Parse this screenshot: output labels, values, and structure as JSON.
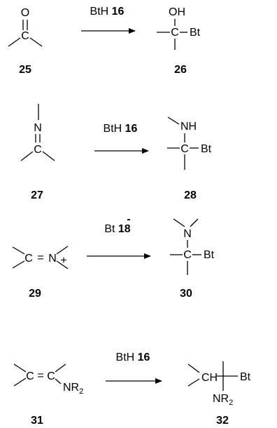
{
  "reactions": [
    {
      "reagent_text": "BtH ",
      "reagent_number": "16",
      "reactant": {
        "carbonyl_o": "O",
        "carbon": "C",
        "number": "25"
      },
      "product": {
        "oh": "OH",
        "carbon": "C",
        "bt": "Bt",
        "number": "26"
      }
    },
    {
      "reagent_text": "BtH ",
      "reagent_number": "16",
      "reactant": {
        "nitrogen": "N",
        "carbon": "C",
        "number": "27"
      },
      "product": {
        "nh": "NH",
        "carbon": "C",
        "bt": "Bt",
        "number": "28"
      }
    },
    {
      "reagent_text": "Bt ",
      "reagent_charge": "-",
      "reagent_number": "18",
      "reactant": {
        "carbon": "C",
        "equals": "=",
        "nitrogen": "N",
        "charge": "+",
        "number": "29"
      },
      "product": {
        "nitrogen": "N",
        "carbon": "C",
        "bt": "Bt",
        "number": "30"
      }
    },
    {
      "reagent_text": "BtH ",
      "reagent_number": "16",
      "reactant": {
        "carbon1": "C",
        "equals": "=",
        "carbon2": "C",
        "nr": "NR",
        "sub2": "2",
        "number": "31"
      },
      "product": {
        "ch": "CH",
        "bt": "Bt",
        "nr": "NR",
        "sub2": "2",
        "number": "32"
      }
    }
  ]
}
